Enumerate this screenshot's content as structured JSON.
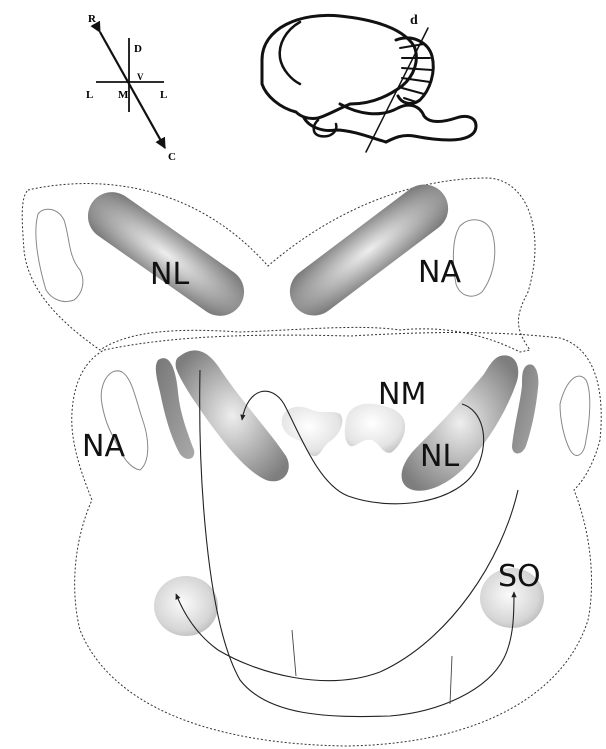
{
  "orientation": {
    "rostral": "R",
    "caudal": "C",
    "dorsal": "D",
    "ventral": "V",
    "medial": "M",
    "lateral_left": "L",
    "lateral_right": "L"
  },
  "brain_inset": {
    "section_label": "d"
  },
  "upper_section": {
    "nl_label": "NL",
    "na_label": "NA"
  },
  "lower_section": {
    "na_label": "NA",
    "nm_label": "NM",
    "nl_label": "NL",
    "so_label": "SO"
  },
  "colors": {
    "outline": "#222222",
    "nucleus_dark": "#8c8c8c",
    "nucleus_light": "#eeeeee"
  }
}
